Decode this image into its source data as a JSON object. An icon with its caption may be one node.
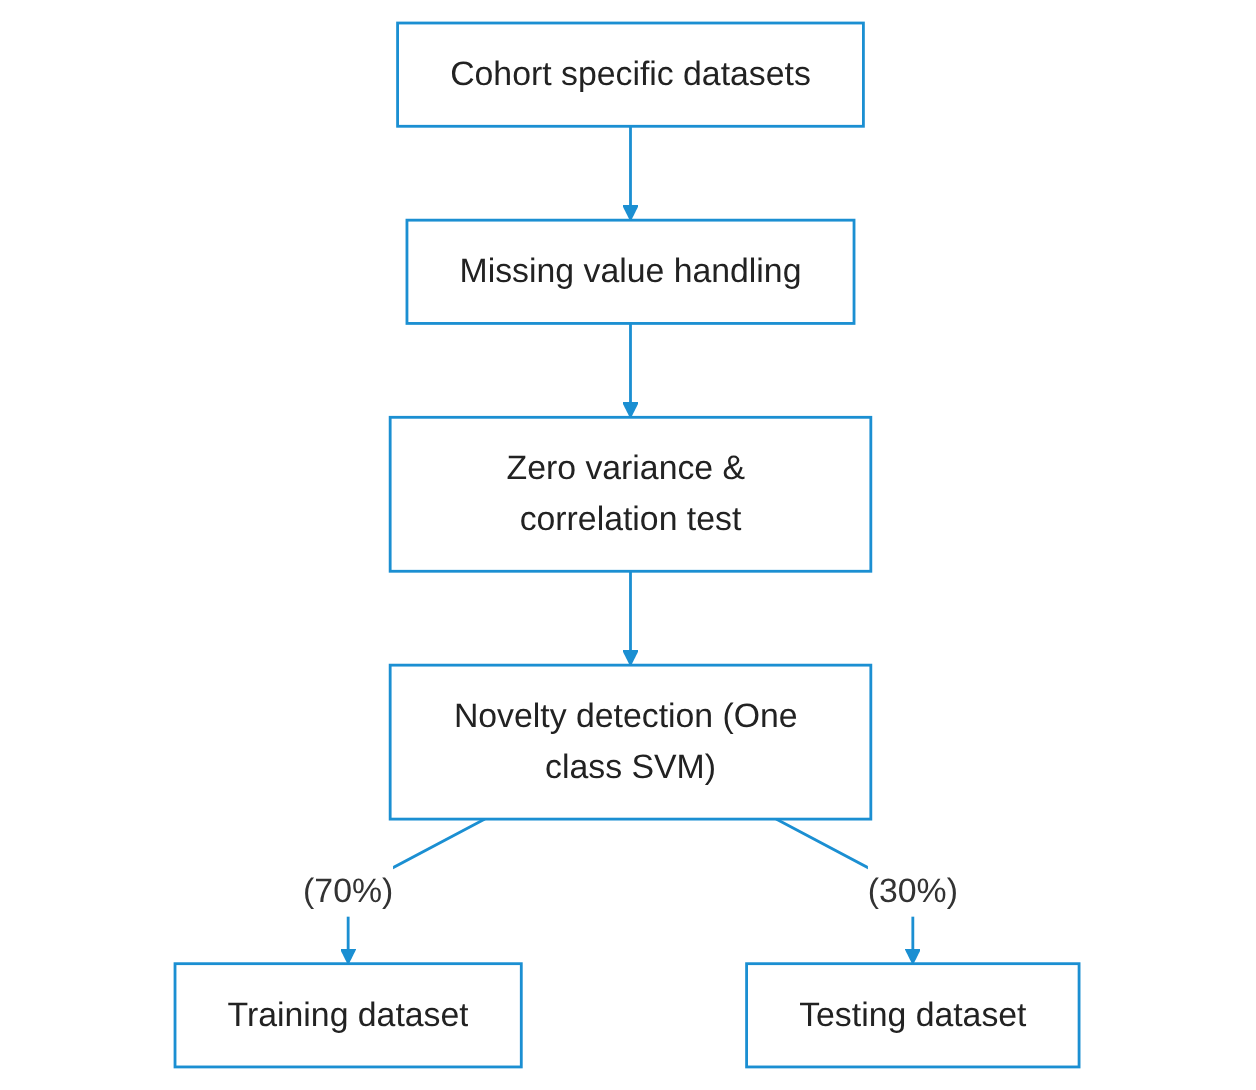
{
  "diagram": {
    "nodes": [
      {
        "text": [
          "Cohort specific datasets"
        ]
      },
      {
        "text": [
          "Missing value handling"
        ]
      },
      {
        "text": [
          "Zero variance & correlation test"
        ]
      },
      {
        "text": [
          "Novelty detection (One class SVM)"
        ]
      },
      {
        "text": [
          "Training dataset"
        ]
      },
      {
        "text": [
          "Testing dataset"
        ]
      }
    ],
    "edges": [
      {
        "from": 0,
        "to": 1,
        "arrow": "to"
      },
      {
        "from": 1,
        "to": 2,
        "arrow": "to"
      },
      {
        "from": 2,
        "to": 3,
        "arrow": "to"
      },
      {
        "from": 3,
        "to": 4,
        "arrow": "to",
        "label": "(70%)"
      },
      {
        "from": 3,
        "to": 5,
        "arrow": "to",
        "label": "(30%)"
      }
    ]
  }
}
